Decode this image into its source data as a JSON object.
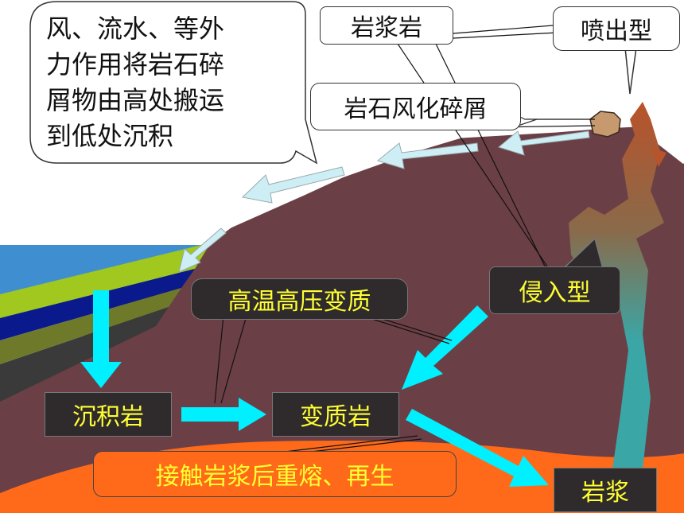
{
  "labels": {
    "callout": "风、流水、等外\n力作用将岩石碎\n屑物由高处搬运\n到低处沉积",
    "magmatic_rock": "岩浆岩",
    "extrusive": "喷出型",
    "weathering_debris": "岩石风化碎屑",
    "intrusive": "侵入型",
    "metamorphism": "高温高压变质",
    "sedimentary_rock": "沉积岩",
    "metamorphic_rock": "变质岩",
    "remelting": "接触岩浆后重熔、再生",
    "magma": "岩浆"
  },
  "colors": {
    "mountain": "#6b3f46",
    "sea": "#3f8fd0",
    "magma": "#ff6a1a",
    "arrow": "#00f0ff",
    "light_arrow": "#cdeef5",
    "label_text": "#ffff33",
    "layer_green": "#a0c81e",
    "layer_navy": "#0a1a8c",
    "layer_olive": "#6e7a2a",
    "layer_dark": "#3a3a3a",
    "vent_teal": "#3aa6a6"
  }
}
